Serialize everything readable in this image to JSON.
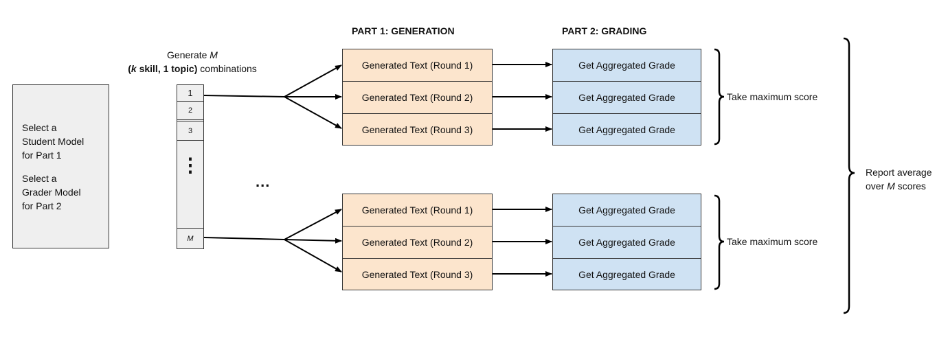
{
  "headers": {
    "part1": "PART 1: GENERATION",
    "part2": "PART 2: GRADING"
  },
  "generate": {
    "line1_prefix": "Generate ",
    "line1_var": "M",
    "line2_paren_open": "(",
    "line2_k": "k",
    "line2_bold_rest": " skill, 1 topic)",
    "line2_rest": " combinations"
  },
  "left_box": {
    "line1": "Select a",
    "line2": "Student Model",
    "line3": "for Part 1",
    "line4": "Select a",
    "line5": "Grader Model",
    "line6": "for Part 2"
  },
  "column": {
    "cell1": "1",
    "cell2": "2",
    "cell3": "3",
    "ellipsis": "⋮",
    "cellM": "M"
  },
  "middle_ellipsis": "...",
  "group_top": {
    "gen": [
      "Generated Text (Round 1)",
      "Generated Text (Round 2)",
      "Generated Text (Round 3)"
    ],
    "grade": [
      "Get Aggregated Grade",
      "Get Aggregated Grade",
      "Get Aggregated Grade"
    ],
    "max_label": "Take maximum score"
  },
  "group_bottom": {
    "gen": [
      "Generated Text (Round 1)",
      "Generated Text (Round 2)",
      "Generated Text (Round 3)"
    ],
    "grade": [
      "Get Aggregated Grade",
      "Get Aggregated Grade",
      "Get Aggregated Grade"
    ],
    "max_label": "Take maximum score"
  },
  "report": {
    "line1": "Report average",
    "line2_prefix": "over ",
    "line2_var": "M",
    "line2_suffix": " scores"
  },
  "colors": {
    "gen_fill": "#fce5cd",
    "grade_fill": "#cfe2f3",
    "gray_fill": "#efefef",
    "stroke": "#000000"
  }
}
